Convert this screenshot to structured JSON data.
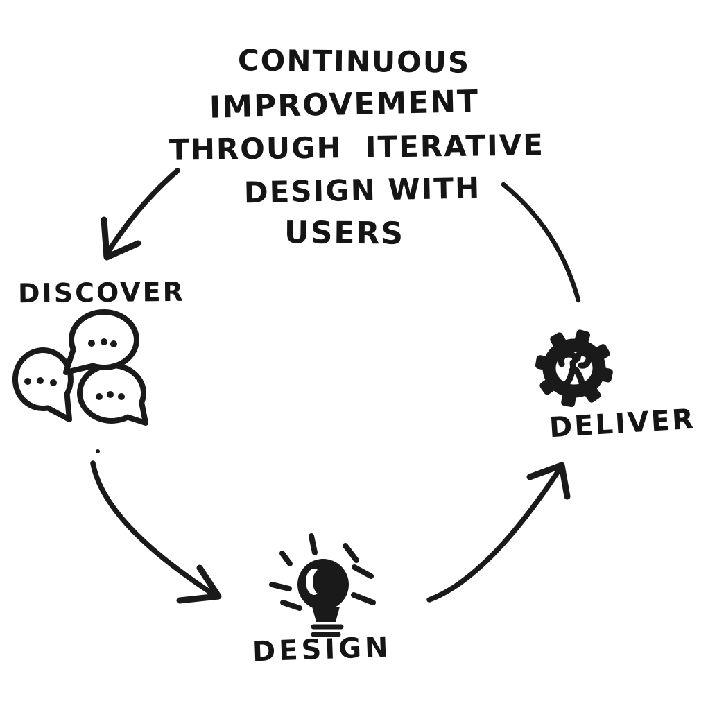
{
  "title": {
    "lines": [
      "CONTINUOUS",
      "IMPROVEMENT",
      "THROUGH  ITERATIVE",
      "DESIGN WITH",
      "USERS"
    ],
    "full_text": "CONTINUOUS IMPROVEMENT THROUGH ITERATIVE DESIGN WITH USERS"
  },
  "stages": [
    {
      "id": "discover",
      "label": "DISCOVER",
      "icon": "speech-bubbles-icon"
    },
    {
      "id": "design",
      "label": "DESIGN",
      "icon": "lightbulb-icon"
    },
    {
      "id": "deliver",
      "label": "DELIVER",
      "icon": "gear-wrench-icon"
    }
  ],
  "flow": [
    {
      "from": "title",
      "to": "discover",
      "arrowhead": true
    },
    {
      "from": "discover",
      "to": "design",
      "arrowhead": true
    },
    {
      "from": "design",
      "to": "deliver",
      "arrowhead": true
    },
    {
      "from": "deliver",
      "to": "title",
      "arrowhead": false
    }
  ],
  "colors": {
    "ink": "#1a1a1a",
    "background": "#ffffff"
  }
}
